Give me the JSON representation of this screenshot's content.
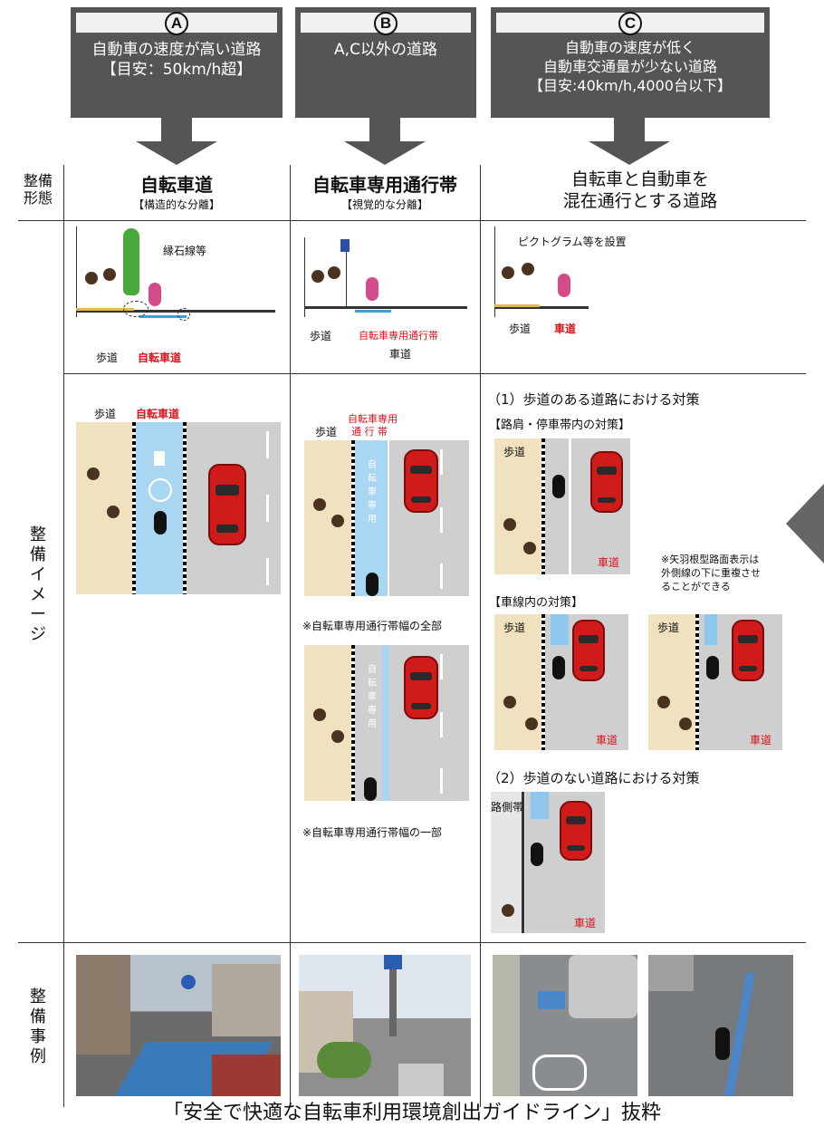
{
  "headers": [
    {
      "letter": "A",
      "lines": [
        "自動車の速度が高い道路",
        "【目安：50km/h超】"
      ]
    },
    {
      "letter": "B",
      "lines": [
        "A,C以外の道路"
      ]
    },
    {
      "letter": "C",
      "lines": [
        "自動車の速度が低く",
        "自動車交通量が少ない道路",
        "【目安:40km/h,4000台以下】"
      ]
    }
  ],
  "row_labels": {
    "form": "整備\n形態",
    "image": "整\n備\nイ\nメ\nー\nジ",
    "example": "整\n備\n事\n例"
  },
  "columns": [
    {
      "title": "自転車道",
      "subtitle": "【構造的な分離】"
    },
    {
      "title": "自転車専用通行帯",
      "subtitle": "【視覚的な分離】"
    },
    {
      "title": "自転車と自動車を\n混在通行とする道路",
      "subtitle": ""
    }
  ],
  "section_labels": {
    "a_curb": "縁石線等",
    "a_sidewalk": "歩道",
    "a_lane": "自転車道",
    "b_sidewalk": "歩道",
    "b_lane": "自転車専用通行帯",
    "b_road": "車道",
    "c_pictogram": "ピクトグラム等を設置",
    "c_sidewalk": "歩道",
    "c_road": "車道"
  },
  "image_a": {
    "sidewalk": "歩道",
    "lane": "自転車道"
  },
  "image_b": {
    "sidewalk": "歩道",
    "lane_top": "自転車専用",
    "lane_bottom": "通 行 帯",
    "lane_text": "自\n転\n車\n専\n用",
    "note_full": "※自転車専用通行帯幅の全部",
    "note_part": "※自転車専用通行帯幅の一部"
  },
  "image_c": {
    "heading1": "（1）歩道のある道路における対策",
    "sub1": "【路肩・停車帯内の対策】",
    "sub2": "【車線内の対策】",
    "heading2": "（2）歩道のない道路における対策",
    "sidewalk": "歩道",
    "road": "車道",
    "shoulder": "路側帯",
    "note_arrow": "※矢羽根型路面表示は\n外側線の下に重複させ\nることができる"
  },
  "footer": "「安全で快適な自転車利用環境創出ガイドライン」抜粋",
  "colors": {
    "header_bg": "#555555",
    "lane": "#a9d7f1",
    "sidewalk": "#f1e2bf",
    "road": "#cfcfcf",
    "red": "#d8131b",
    "car": "#d11b1b"
  }
}
